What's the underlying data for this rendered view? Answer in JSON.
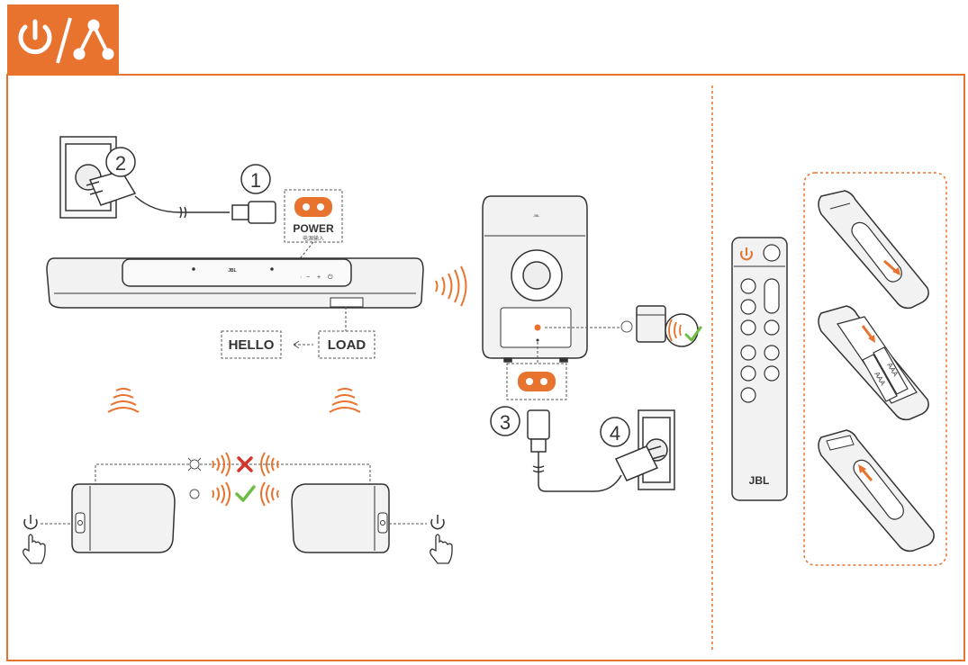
{
  "header_icons": [
    "power-icon",
    "network-icon"
  ],
  "colors": {
    "accent": "#E8732F",
    "frame": "#E8732F",
    "line": "#333333",
    "device_fill": "#F2F2F2",
    "check": "#6DBE45",
    "cross": "#D9342B"
  },
  "steps": {
    "s1": "1",
    "s2": "2",
    "s3": "3",
    "s4": "4"
  },
  "power_label": "POWER",
  "power_sub": "电源输入",
  "display": {
    "hello": "HELLO",
    "load": "LOAD"
  },
  "brand": "JBL",
  "battery": {
    "label_a": "AAA",
    "label_b": "AAA"
  }
}
